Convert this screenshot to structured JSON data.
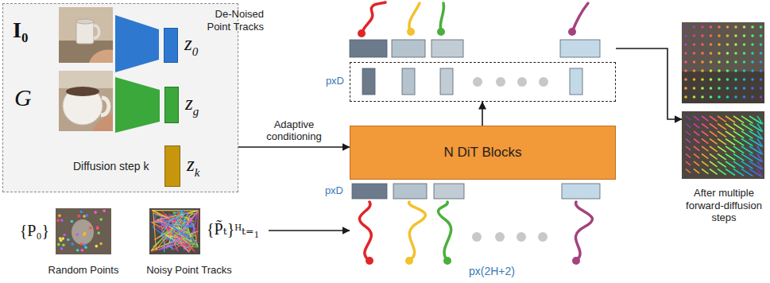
{
  "diagram": {
    "nodes": [
      {
        "text": [
          "Diffusion step k"
        ]
      },
      {
        "text": [
          "z",
          "0"
        ],
        "in": 0
      },
      {
        "text": [
          "z",
          "g"
        ],
        "in": 0
      },
      {
        "text": [
          "z",
          "k"
        ],
        "in": 0
      },
      {
        "text": [
          "De-Noised Point Tracks"
        ]
      },
      {
        "text": [
          "pxD"
        ]
      },
      {
        "text": [
          "N DiT Blocks"
        ]
      },
      {
        "text": [
          "After multiple forward-diffusion steps"
        ]
      },
      {
        "text": [
          "{P₀}",
          "Random Points"
        ]
      },
      {
        "text": [
          "{P̃ₜ}ᴴₜ₌₁",
          "Noisy Point Tracks"
        ]
      },
      {
        "text": [
          "pxD",
          "px(2H+2)"
        ]
      }
    ],
    "edges": [
      {
        "from": 0,
        "to": 6,
        "arrow": "to",
        "label": "Adaptive conditioning"
      },
      {
        "from": 6,
        "to": 5,
        "arrow": "to"
      },
      {
        "from": 4,
        "to": 7,
        "arrow": "to"
      },
      {
        "from": 9,
        "to": 10,
        "arrow": "to"
      }
    ],
    "labels": [
      "I₀",
      "G"
    ]
  }
}
